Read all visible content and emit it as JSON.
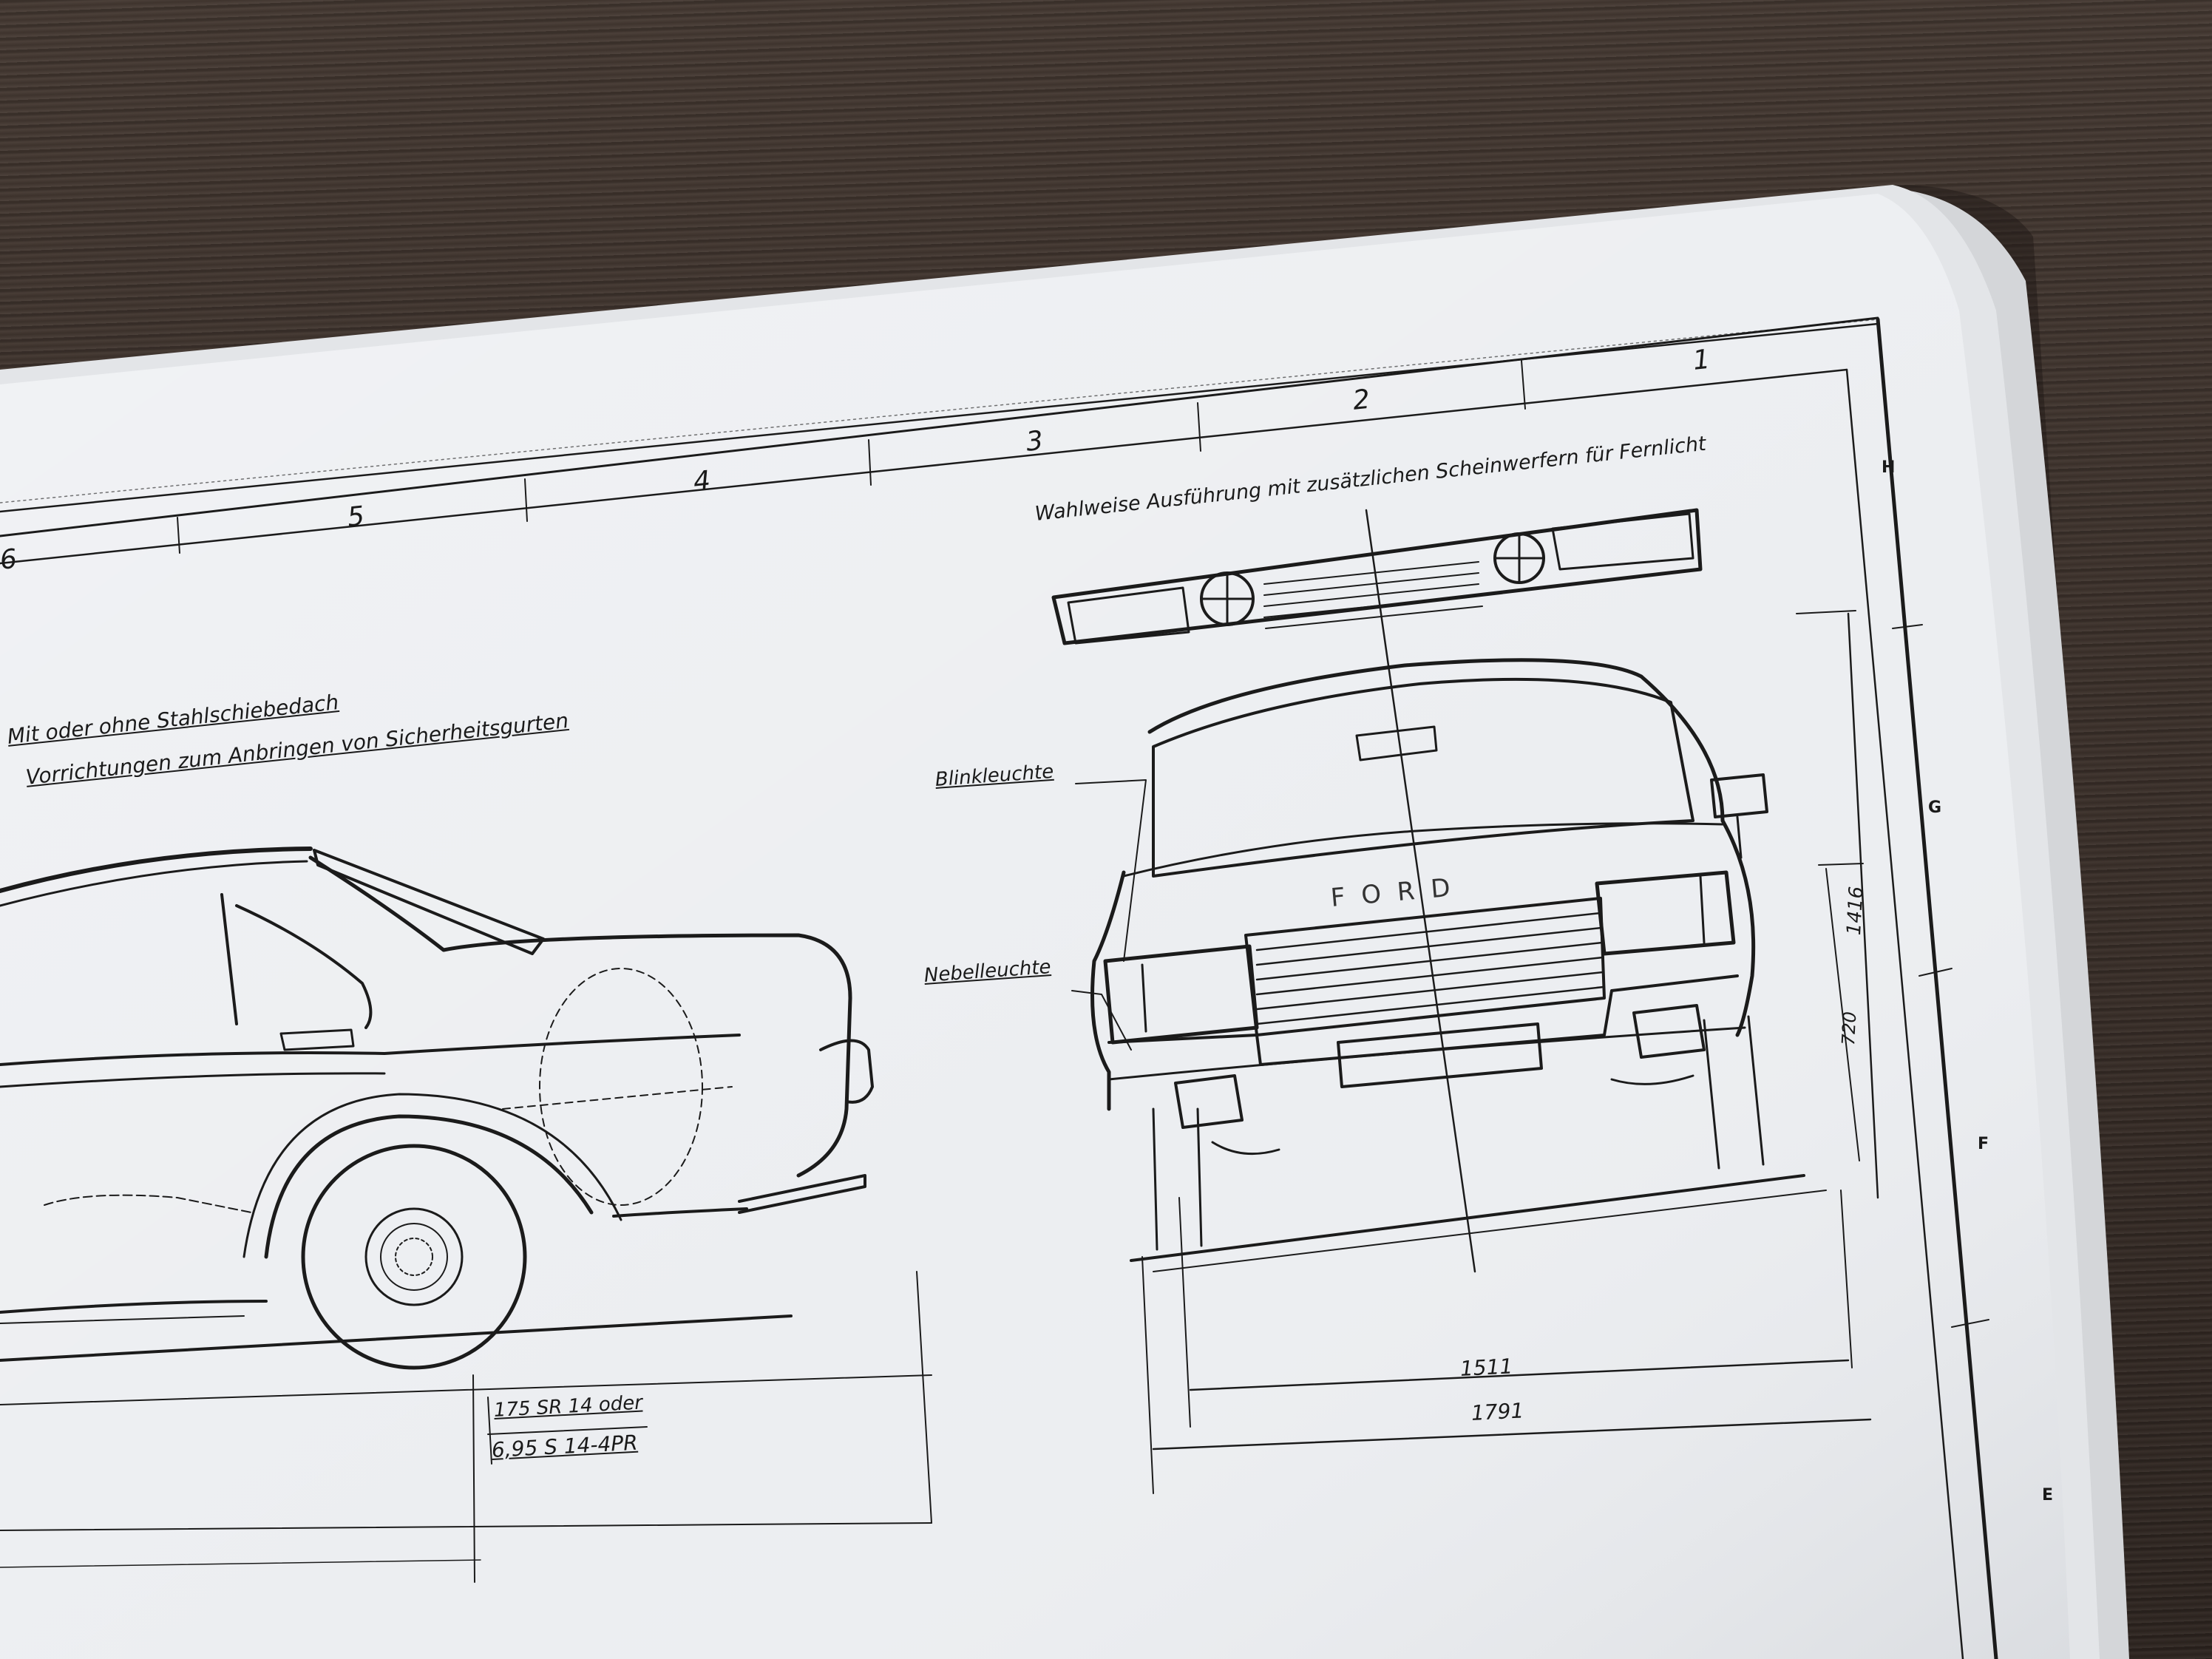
{
  "drawing": {
    "columns": [
      "6",
      "5",
      "4",
      "3",
      "2",
      "1"
    ],
    "rows": [
      "H",
      "G",
      "F",
      "E"
    ],
    "title_optional": "Wahlweise Ausführung mit zusätzlichen Scheinwerfern für Fernlicht",
    "note_sunroof": "Mit oder ohne Stahlschiebedach",
    "note_belts": "Vorrichtungen zum Anbringen von Sicherheitsgurten",
    "label_indicator": "Blinkleuchte",
    "label_foglamp": "Nebelleuchte",
    "brand": "FORD",
    "tire_1": "175 SR 14 oder",
    "tire_2": "6,95 S 14-4PR",
    "dim_track": "1511",
    "dim_width": "1791",
    "dim_height": "1416",
    "dim_lamp": "720"
  }
}
